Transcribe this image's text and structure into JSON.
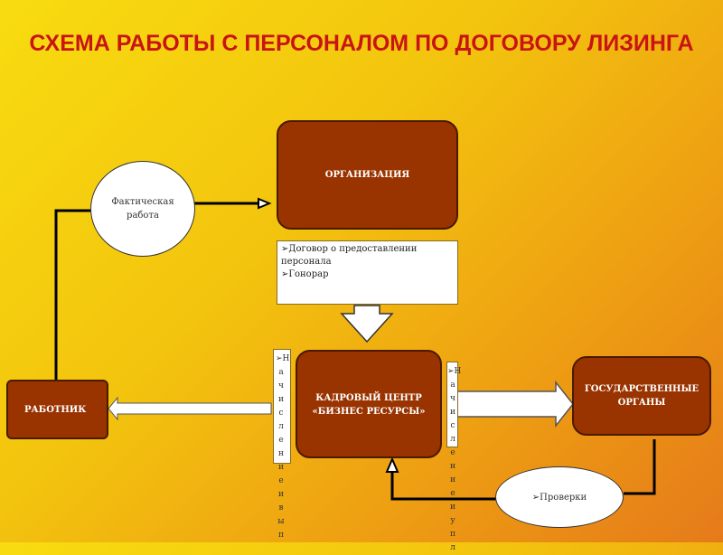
{
  "title": "СХЕМА РАБОТЫ С ПЕРСОНАЛОМ ПО ДОГОВОРУ ЛИЗИНГА",
  "nodes": {
    "organization": "ОРГАНИЗАЦИЯ",
    "hr_center_line1": "КАДРОВЫЙ ЦЕНТР",
    "hr_center_line2": "«БИЗНЕС РЕСУРСЫ»",
    "worker": "РАБОТНИК",
    "gov_line1": "ГОСУДАРСТВЕННЫЕ",
    "gov_line2": "ОРГАНЫ",
    "actual_work": "Фактическая работа",
    "inspections": "➢Проверки"
  },
  "contract_note": {
    "item1": "➢Договор о предоставлении персонала",
    "item2": "➢Гонорар"
  },
  "left_vertical": [
    "➢Н",
    "а",
    "ч",
    "и",
    "с",
    "л",
    "е",
    "н",
    "и",
    "е",
    "и",
    "в",
    "ы",
    "п"
  ],
  "right_vertical": [
    "➢Н",
    "а",
    "ч",
    "и",
    "с",
    "л",
    "е",
    "н",
    "и",
    "е",
    "и",
    "у",
    "п",
    "л"
  ]
}
